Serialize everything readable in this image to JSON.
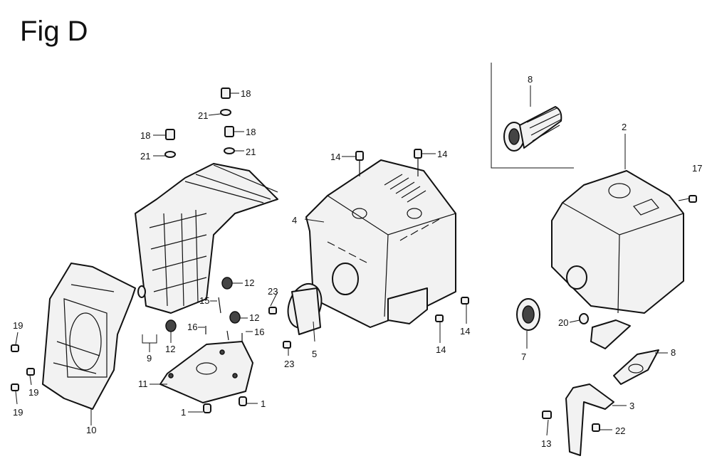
{
  "title": "Fig D",
  "callouts": {
    "c18a": "18",
    "c21a": "21",
    "c18b": "18",
    "c21b": "21",
    "c18c": "18",
    "c21c": "21",
    "c14a": "14",
    "c14b": "14",
    "c8a": "8",
    "c2": "2",
    "c17": "17",
    "c4": "4",
    "c12a": "12",
    "c12b": "12",
    "c12c": "12",
    "c15": "15",
    "c16a": "16",
    "c16b": "16",
    "c23a": "23",
    "c23b": "23",
    "c5": "5",
    "c14c": "14",
    "c14d": "14",
    "c19a": "19",
    "c19b": "19",
    "c19c": "19",
    "c9": "9",
    "c11": "11",
    "c1a": "1",
    "c1b": "1",
    "c10": "10",
    "c20": "20",
    "c7": "7",
    "c8b": "8",
    "c3": "3",
    "c22": "22",
    "c13": "13"
  }
}
